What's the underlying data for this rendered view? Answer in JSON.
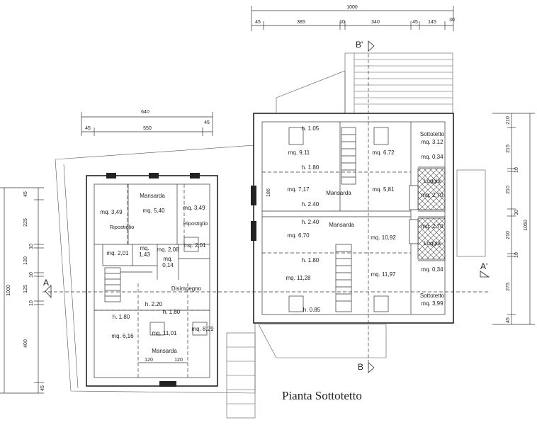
{
  "title": "Pianta Sottotetto",
  "sections": {
    "a": "A",
    "a_prime": "A'",
    "b": "B",
    "b_prime": "B'"
  },
  "dims_right_top": {
    "total": "1000",
    "seg1": "45",
    "seg2": "385",
    "seg3": "10",
    "seg4": "340",
    "seg5": "45",
    "seg6": "145",
    "seg7": "30"
  },
  "dims_left_top": {
    "total": "640",
    "seg1": "45",
    "seg2": "550",
    "seg3": "45"
  },
  "dims_left_side": {
    "total": "1000",
    "seg1": "45",
    "seg2": "225",
    "seg3": "10",
    "seg4": "130",
    "seg5": "10",
    "seg6": "125",
    "seg7": "10",
    "seg8": "400",
    "seg9": "45"
  },
  "dims_right_side": {
    "total": "1050",
    "seg1": "210",
    "seg2": "215",
    "seg3": "10",
    "seg4": "210",
    "seg5": "30",
    "seg6": "210",
    "seg7": "10",
    "seg8": "275",
    "seg9": "45"
  },
  "dims_bottom_left": {
    "a": "120",
    "b": "120"
  },
  "left_building": {
    "mansarda_top": "Mansarda",
    "mq_349_left": "mq. 3,49",
    "mq_540": "mq. 5,40",
    "mq_349_right": "mq. 3,49",
    "ripostiglio_left": "Ripostiglio",
    "ripostiglio_right": "Ripostiglio",
    "mq_201_left": "mq. 2,01",
    "mq_143": "mq.\n1,43",
    "mq_208": "mq. 2,08",
    "mq_201_right": "mq. 2,01",
    "mq_014": "mq.\n0,14",
    "disimpegno": "Disimpegno",
    "h_220": "h. 2.20",
    "h_180_a": "h. 1.80",
    "h_180_b": "h. 1.80",
    "mq_616": "mq. 6,16",
    "mq_1101": "mq. 11,01",
    "mq_829": "mq. 8,29",
    "mansarda_bottom": "Mansarda"
  },
  "right_building": {
    "h_105": "h. 1.05",
    "mq_911": "mq. 9,11",
    "mq_672": "mq. 6,72",
    "sottotetto_top": "Sottotetto",
    "mq_312": "mq. 3.12",
    "mq_034_top": "mq. 0,34",
    "h_180_top": "h. 1.80",
    "mq_717": "mq. 7,17",
    "mansarda_top": "Mansarda",
    "mq_581": "mq. 5,81",
    "loggia_top": "Loggia",
    "mq_270_top": "mq. 2,70",
    "h_240_a": "h. 2.40",
    "h_240_b": "h. 2.40",
    "mansarda_mid": "Mansarda",
    "mq_670": "mq. 6,70",
    "mq_1092": "mq. 10,92",
    "mq_270_bottom": "mq. 2,70",
    "loggia_bottom": "Loggia",
    "h_180_bottom": "h. 1.80",
    "mq_034_bottom": "mq. 0,34",
    "mq_1128": "mq. 11,28",
    "mq_1197": "mq. 11,97",
    "sottotetto_bottom": "Sottotetto",
    "mq_399": "mq. 3,99",
    "h_085": "h. 0.85",
    "dim_186": "186"
  }
}
